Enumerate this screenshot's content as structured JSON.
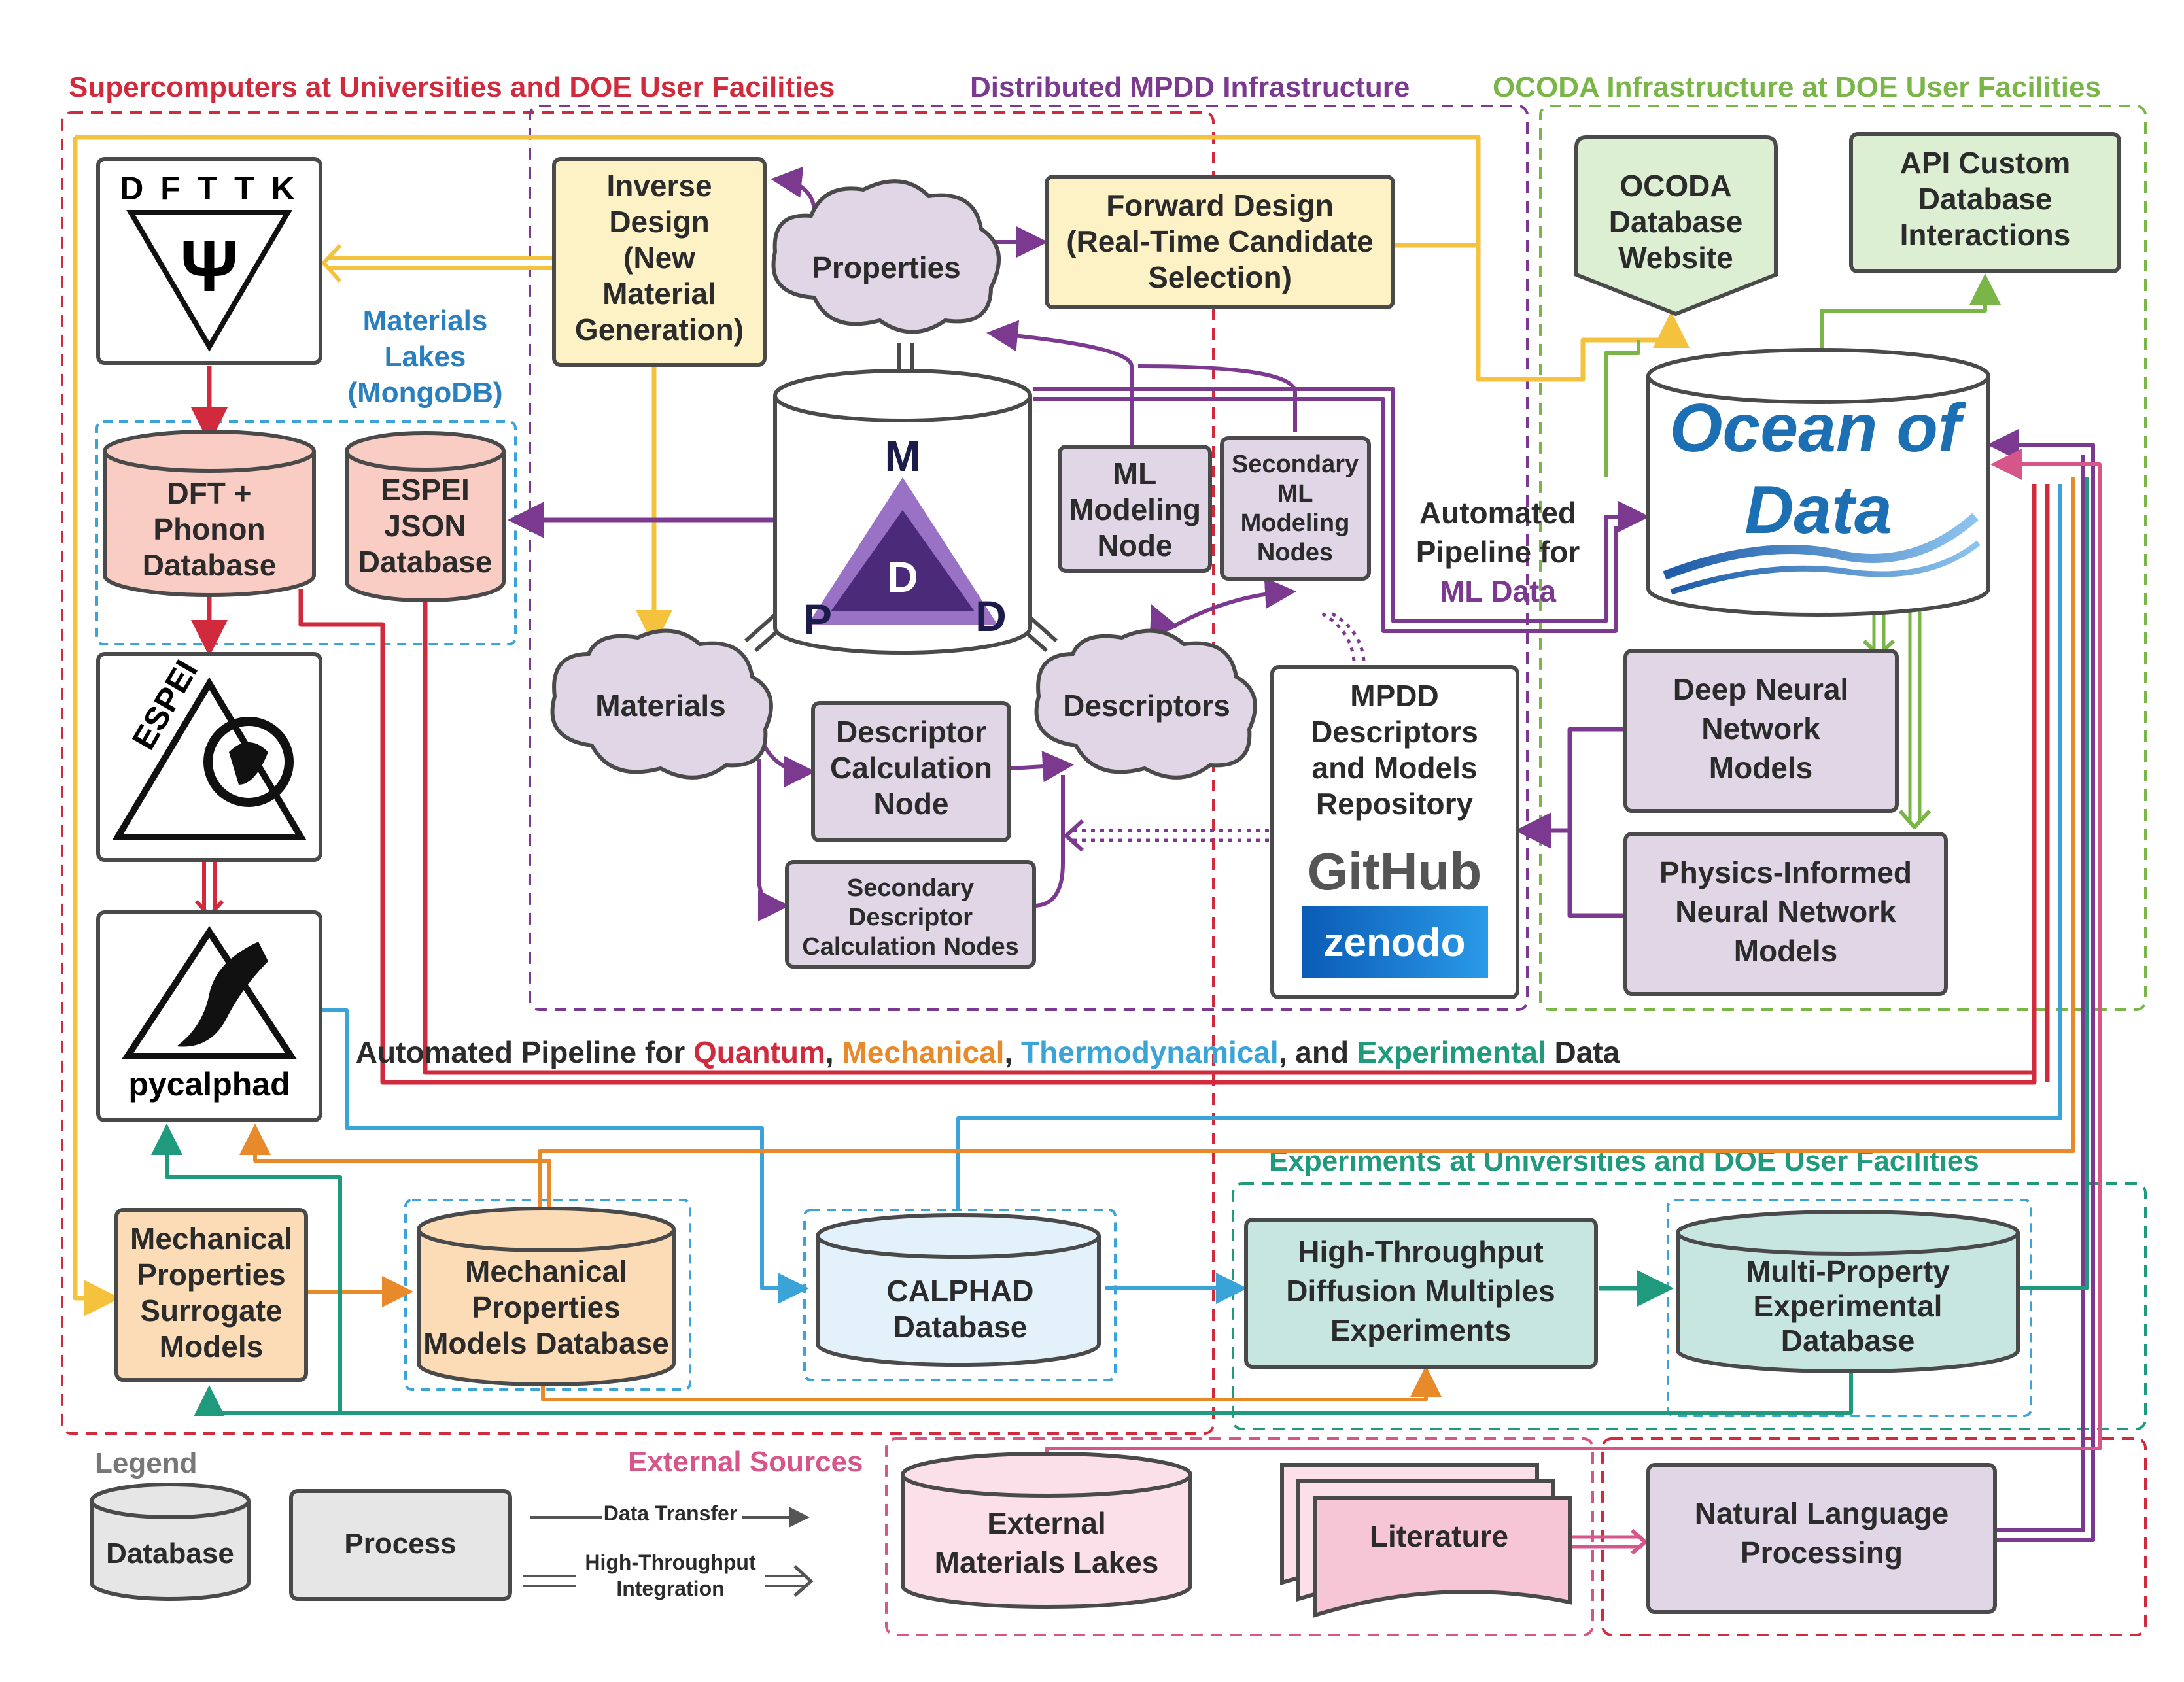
{
  "regions": {
    "supercomputers": {
      "label": "Supercomputers at Universities and DOE User Facilities",
      "color": "#d12a3c"
    },
    "mpdd": {
      "label": "Distributed MPDD Infrastructure",
      "color": "#7b3a8f"
    },
    "ocoda": {
      "label": "OCODA Infrastructure at DOE User Facilities",
      "color": "#7ab547"
    },
    "experiments": {
      "label": "Experiments at Universities and DOE User Facilities",
      "color": "#1f9a7c"
    },
    "external": {
      "label": "External Sources",
      "color": "#d6568a"
    }
  },
  "nodes": {
    "dfttk": {
      "label": "D F T T K",
      "glyph": "Ψ"
    },
    "materials_lakes": {
      "lines": [
        "Materials",
        "Lakes",
        "(MongoDB)"
      ]
    },
    "dft_phonon_db": {
      "lines": [
        "DFT +",
        "Phonon",
        "Database"
      ]
    },
    "espei_json_db": {
      "lines": [
        "ESPEI",
        "JSON",
        "Database"
      ]
    },
    "espei": {
      "label": "ESPEI"
    },
    "pycalphad": {
      "label": "pycalphad"
    },
    "inverse_design": {
      "lines": [
        "Inverse",
        "Design",
        "(New",
        "Material",
        "Generation)"
      ]
    },
    "properties": {
      "label": "Properties"
    },
    "forward_design": {
      "lines": [
        "Forward Design",
        "(Real-Time Candidate",
        "Selection)"
      ]
    },
    "mpdd": {
      "letters": [
        "M",
        "P",
        "D",
        "D"
      ]
    },
    "ml_modeling_node": {
      "lines": [
        "ML",
        "Modeling",
        "Node"
      ]
    },
    "secondary_ml_nodes": {
      "lines": [
        "Secondary",
        "ML",
        "Modeling",
        "Nodes"
      ]
    },
    "materials": {
      "label": "Materials"
    },
    "descriptors": {
      "label": "Descriptors"
    },
    "descriptor_calc_node": {
      "lines": [
        "Descriptor",
        "Calculation",
        "Node"
      ]
    },
    "secondary_descriptor_nodes": {
      "lines": [
        "Secondary",
        "Descriptor",
        "Calculation Nodes"
      ]
    },
    "mpdd_repo": {
      "lines": [
        "MPDD",
        "Descriptors",
        "and Models",
        "Repository"
      ],
      "github": "GitHub",
      "zenodo": "zenodo"
    },
    "automated_pipeline_ml": {
      "lines": [
        "Automated",
        "Pipeline for"
      ],
      "highlight": "ML Data"
    },
    "ocoda_website": {
      "lines": [
        "OCODA",
        "Database",
        "Website"
      ]
    },
    "api_custom": {
      "lines": [
        "API Custom",
        "Database",
        "Interactions"
      ]
    },
    "ocean_of_data": {
      "lines": [
        "Ocean of",
        "Data"
      ]
    },
    "deep_nn": {
      "lines": [
        "Deep Neural",
        "Network",
        "Models"
      ]
    },
    "physics_nn": {
      "lines": [
        "Physics-Informed",
        "Neural Network",
        "Models"
      ]
    },
    "mech_surrogate": {
      "lines": [
        "Mechanical",
        "Properties",
        "Surrogate",
        "Models"
      ]
    },
    "mech_models_db": {
      "lines": [
        "Mechanical",
        "Properties",
        "Models Database"
      ]
    },
    "calphad_db": {
      "lines": [
        "CALPHAD",
        "Database"
      ]
    },
    "ht_diffusion": {
      "lines": [
        "High-Throughput",
        "Diffusion Multiples",
        "Experiments"
      ]
    },
    "multi_property_db": {
      "lines": [
        "Multi-Property",
        "Experimental",
        "Database"
      ]
    },
    "external_lakes": {
      "lines": [
        "External",
        "Materials Lakes"
      ]
    },
    "literature": {
      "label": "Literature"
    },
    "nlp": {
      "lines": [
        "Natural Language",
        "Processing"
      ]
    }
  },
  "pipeline_caption": {
    "prefix": "Automated Pipeline for ",
    "quantum": "Quantum",
    "sep1": ", ",
    "mechanical": "Mechanical",
    "sep2": ", ",
    "thermo": "Thermodynamical",
    "sep3": ", and ",
    "experimental": "Experimental",
    "suffix": " Data",
    "colors": {
      "quantum": "#d12a3c",
      "mechanical": "#e8892a",
      "thermo": "#3aa3d8",
      "experimental": "#1f9a7c"
    }
  },
  "legend": {
    "title": "Legend",
    "database": "Database",
    "process": "Process",
    "data_transfer": "Data Transfer",
    "ht_integration_lines": [
      "High-Throughput",
      "Integration"
    ]
  }
}
